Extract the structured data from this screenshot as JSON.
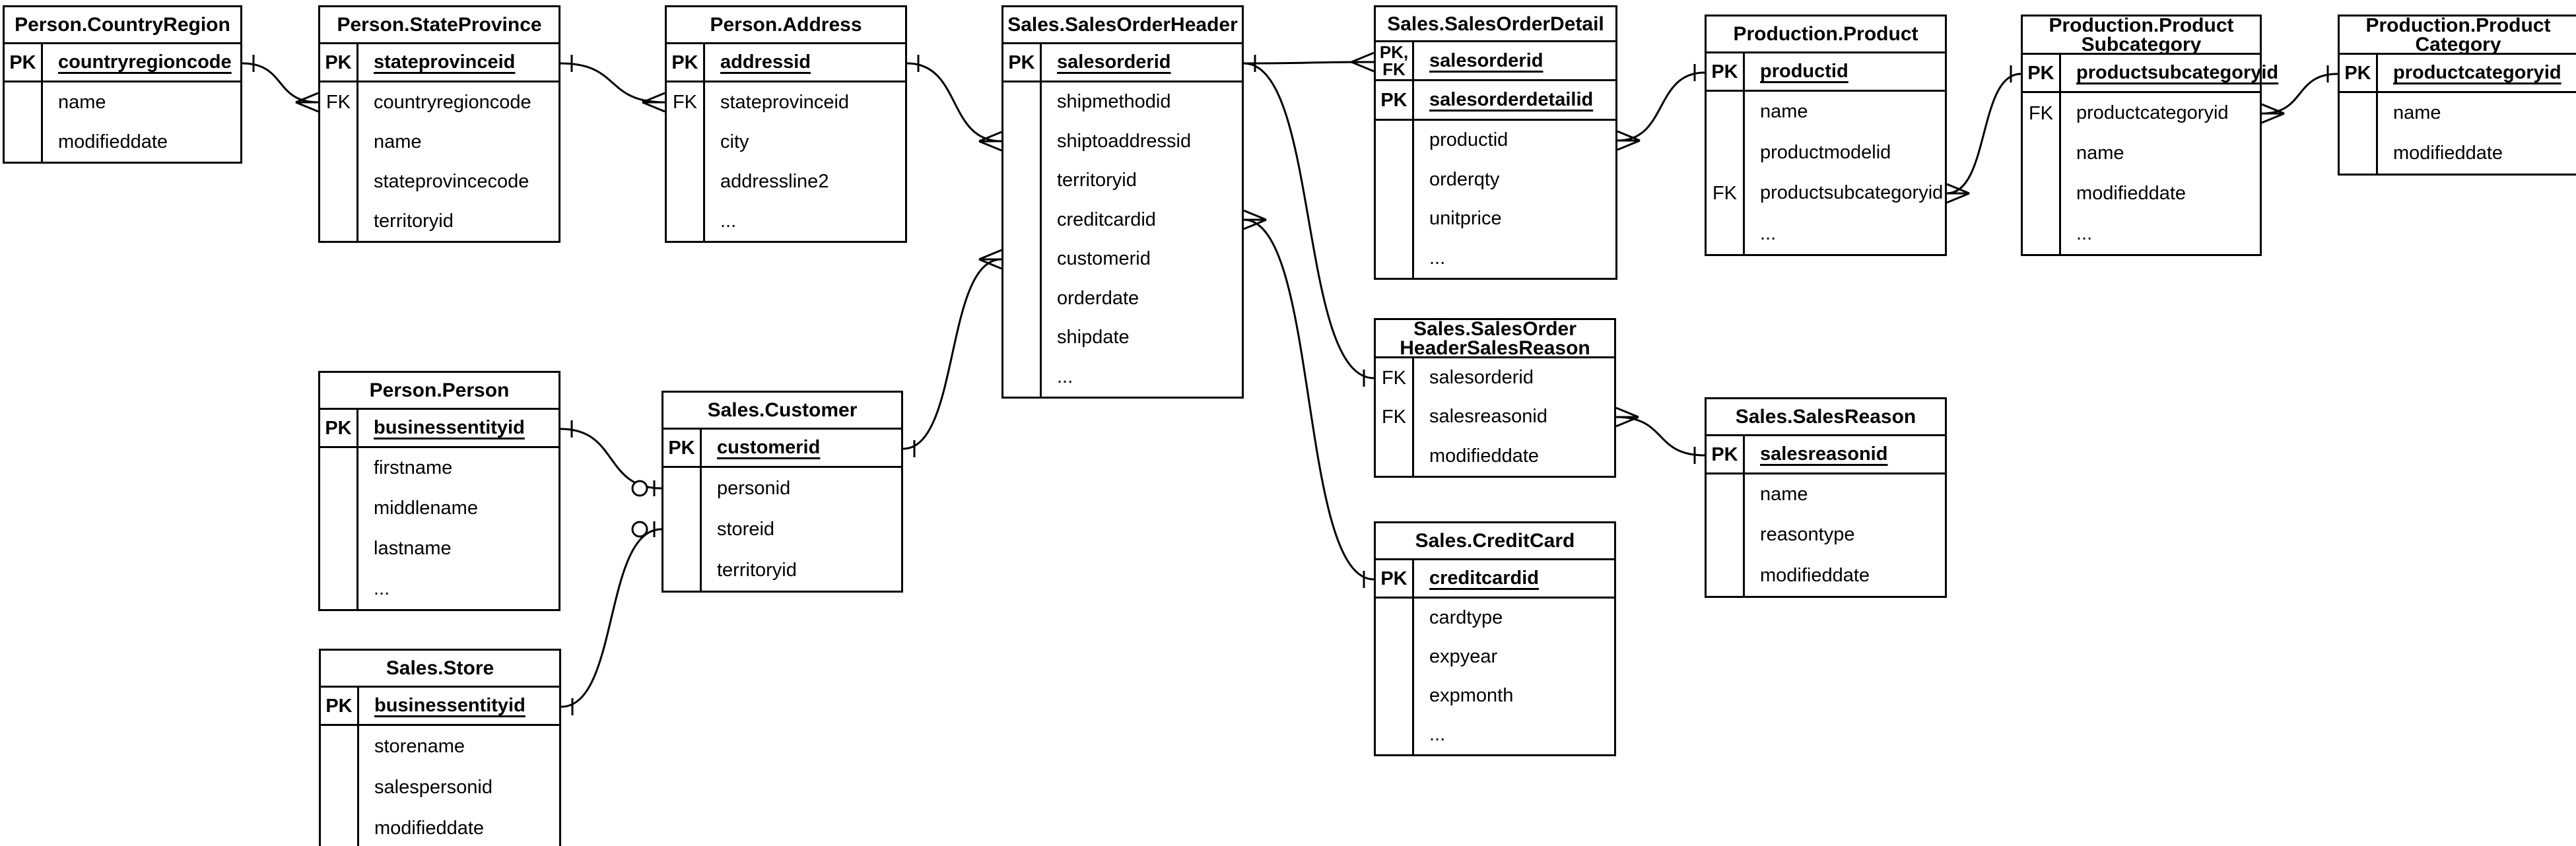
{
  "diagram": {
    "notation": "crow's foot",
    "line_color": "#000000",
    "background_color": "#ffffff",
    "tables": [
      {
        "id": "countryregion",
        "title_lines": [
          "Person.CountryRegion"
        ],
        "rows": [
          {
            "labels": [
              "PK"
            ],
            "name": "countryregioncode",
            "pk": true,
            "boxed": true
          },
          {
            "labels": [],
            "name": "name",
            "pk": false,
            "boxed": false
          },
          {
            "labels": [],
            "name": "modifieddate",
            "pk": false,
            "boxed": false
          }
        ]
      },
      {
        "id": "stateprovince",
        "title_lines": [
          "Person.StateProvince"
        ],
        "rows": [
          {
            "labels": [
              "PK"
            ],
            "name": "stateprovinceid",
            "pk": true,
            "boxed": true
          },
          {
            "labels": [
              "FK"
            ],
            "name": "countryregioncode",
            "pk": false,
            "boxed": false
          },
          {
            "labels": [],
            "name": "name",
            "pk": false,
            "boxed": false
          },
          {
            "labels": [],
            "name": "stateprovincecode",
            "pk": false,
            "boxed": false
          },
          {
            "labels": [],
            "name": "territoryid",
            "pk": false,
            "boxed": false
          }
        ]
      },
      {
        "id": "address",
        "title_lines": [
          "Person.Address"
        ],
        "rows": [
          {
            "labels": [
              "PK"
            ],
            "name": "addressid",
            "pk": true,
            "boxed": true
          },
          {
            "labels": [
              "FK"
            ],
            "name": "stateprovinceid",
            "pk": false,
            "boxed": false
          },
          {
            "labels": [],
            "name": "city",
            "pk": false,
            "boxed": false
          },
          {
            "labels": [],
            "name": "addressline2",
            "pk": false,
            "boxed": false
          },
          {
            "labels": [],
            "name": "...",
            "pk": false,
            "boxed": false
          }
        ]
      },
      {
        "id": "salesorderheader",
        "title_lines": [
          "Sales.SalesOrderHeader"
        ],
        "rows": [
          {
            "labels": [
              "PK"
            ],
            "name": "salesorderid",
            "pk": true,
            "boxed": true
          },
          {
            "labels": [],
            "name": "shipmethodid",
            "pk": false,
            "boxed": false
          },
          {
            "labels": [],
            "name": "shiptoaddressid",
            "pk": false,
            "boxed": false
          },
          {
            "labels": [],
            "name": "territoryid",
            "pk": false,
            "boxed": false
          },
          {
            "labels": [],
            "name": "creditcardid",
            "pk": false,
            "boxed": false
          },
          {
            "labels": [],
            "name": "customerid",
            "pk": false,
            "boxed": false
          },
          {
            "labels": [],
            "name": "orderdate",
            "pk": false,
            "boxed": false
          },
          {
            "labels": [],
            "name": "shipdate",
            "pk": false,
            "boxed": false
          },
          {
            "labels": [],
            "name": "...",
            "pk": false,
            "boxed": false
          }
        ]
      },
      {
        "id": "salesorderdetail",
        "title_lines": [
          "Sales.SalesOrderDetail"
        ],
        "rows": [
          {
            "labels": [
              "PK,",
              "FK"
            ],
            "name": "salesorderid",
            "pk": true,
            "boxed": true
          },
          {
            "labels": [
              "PK"
            ],
            "name": "salesorderdetailid",
            "pk": true,
            "boxed": true
          },
          {
            "labels": [],
            "name": "productid",
            "pk": false,
            "boxed": false
          },
          {
            "labels": [],
            "name": "orderqty",
            "pk": false,
            "boxed": false
          },
          {
            "labels": [],
            "name": "unitprice",
            "pk": false,
            "boxed": false
          },
          {
            "labels": [],
            "name": "...",
            "pk": false,
            "boxed": false
          }
        ]
      },
      {
        "id": "product",
        "title_lines": [
          "Production.Product"
        ],
        "rows": [
          {
            "labels": [
              "PK"
            ],
            "name": "productid",
            "pk": true,
            "boxed": true
          },
          {
            "labels": [],
            "name": "name",
            "pk": false,
            "boxed": false
          },
          {
            "labels": [],
            "name": "productmodelid",
            "pk": false,
            "boxed": false
          },
          {
            "labels": [
              "FK"
            ],
            "name": "productsubcategoryid",
            "pk": false,
            "boxed": false
          },
          {
            "labels": [],
            "name": "...",
            "pk": false,
            "boxed": false
          }
        ]
      },
      {
        "id": "subcategory",
        "title_lines": [
          "Production.Product",
          "Subcategory"
        ],
        "rows": [
          {
            "labels": [
              "PK"
            ],
            "name": "productsubcategoryid",
            "pk": true,
            "boxed": true
          },
          {
            "labels": [
              "FK"
            ],
            "name": "productcategoryid",
            "pk": false,
            "boxed": false
          },
          {
            "labels": [],
            "name": "name",
            "pk": false,
            "boxed": false
          },
          {
            "labels": [],
            "name": "modifieddate",
            "pk": false,
            "boxed": false
          },
          {
            "labels": [],
            "name": "...",
            "pk": false,
            "boxed": false
          }
        ]
      },
      {
        "id": "category",
        "title_lines": [
          "Production.Product",
          "Category"
        ],
        "rows": [
          {
            "labels": [
              "PK"
            ],
            "name": "productcategoryid",
            "pk": true,
            "boxed": true
          },
          {
            "labels": [],
            "name": "name",
            "pk": false,
            "boxed": false
          },
          {
            "labels": [],
            "name": "modifieddate",
            "pk": false,
            "boxed": false
          }
        ]
      },
      {
        "id": "person",
        "title_lines": [
          "Person.Person"
        ],
        "rows": [
          {
            "labels": [
              "PK"
            ],
            "name": "businessentityid",
            "pk": true,
            "boxed": true
          },
          {
            "labels": [],
            "name": "firstname",
            "pk": false,
            "boxed": false
          },
          {
            "labels": [],
            "name": "middlename",
            "pk": false,
            "boxed": false
          },
          {
            "labels": [],
            "name": "lastname",
            "pk": false,
            "boxed": false
          },
          {
            "labels": [],
            "name": "...",
            "pk": false,
            "boxed": false
          }
        ]
      },
      {
        "id": "customer",
        "title_lines": [
          "Sales.Customer"
        ],
        "rows": [
          {
            "labels": [
              "PK"
            ],
            "name": "customerid",
            "pk": true,
            "boxed": true
          },
          {
            "labels": [],
            "name": "personid",
            "pk": false,
            "boxed": false
          },
          {
            "labels": [],
            "name": "storeid",
            "pk": false,
            "boxed": false
          },
          {
            "labels": [],
            "name": "territoryid",
            "pk": false,
            "boxed": false
          }
        ]
      },
      {
        "id": "store",
        "title_lines": [
          "Sales.Store"
        ],
        "rows": [
          {
            "labels": [
              "PK"
            ],
            "name": "businessentityid",
            "pk": true,
            "boxed": true
          },
          {
            "labels": [],
            "name": "storename",
            "pk": false,
            "boxed": false
          },
          {
            "labels": [],
            "name": "salespersonid",
            "pk": false,
            "boxed": false
          },
          {
            "labels": [],
            "name": "modifieddate",
            "pk": false,
            "boxed": false
          }
        ]
      },
      {
        "id": "headersalesreason",
        "title_lines": [
          "Sales.SalesOrder",
          "HeaderSalesReason"
        ],
        "rows": [
          {
            "labels": [
              "FK"
            ],
            "name": "salesorderid",
            "pk": false,
            "boxed": false
          },
          {
            "labels": [
              "FK"
            ],
            "name": "salesreasonid",
            "pk": false,
            "boxed": false
          },
          {
            "labels": [],
            "name": "modifieddate",
            "pk": false,
            "boxed": false
          }
        ]
      },
      {
        "id": "salesreason",
        "title_lines": [
          "Sales.SalesReason"
        ],
        "rows": [
          {
            "labels": [
              "PK"
            ],
            "name": "salesreasonid",
            "pk": true,
            "boxed": true
          },
          {
            "labels": [],
            "name": "name",
            "pk": false,
            "boxed": false
          },
          {
            "labels": [],
            "name": "reasontype",
            "pk": false,
            "boxed": false
          },
          {
            "labels": [],
            "name": "modifieddate",
            "pk": false,
            "boxed": false
          }
        ]
      },
      {
        "id": "creditcard",
        "title_lines": [
          "Sales.CreditCard"
        ],
        "rows": [
          {
            "labels": [
              "PK"
            ],
            "name": "creditcardid",
            "pk": true,
            "boxed": true
          },
          {
            "labels": [],
            "name": "cardtype",
            "pk": false,
            "boxed": false
          },
          {
            "labels": [],
            "name": "expyear",
            "pk": false,
            "boxed": false
          },
          {
            "labels": [],
            "name": "expmonth",
            "pk": false,
            "boxed": false
          },
          {
            "labels": [],
            "name": "...",
            "pk": false,
            "boxed": false
          }
        ]
      }
    ],
    "relationships": [
      {
        "from": {
          "table": "countryregion",
          "row": "countryregioncode"
        },
        "to": {
          "table": "stateprovince",
          "row": "countryregioncode"
        },
        "from_card": "one",
        "to_card": "many"
      },
      {
        "from": {
          "table": "stateprovince",
          "row": "stateprovinceid"
        },
        "to": {
          "table": "address",
          "row": "stateprovinceid"
        },
        "from_card": "one",
        "to_card": "many"
      },
      {
        "from": {
          "table": "address",
          "row": "addressid"
        },
        "to": {
          "table": "salesorderheader",
          "row": "shiptoaddressid"
        },
        "from_card": "one",
        "to_card": "many"
      },
      {
        "from": {
          "table": "customer",
          "row": "customerid"
        },
        "to": {
          "table": "salesorderheader",
          "row": "customerid"
        },
        "from_card": "one",
        "to_card": "many"
      },
      {
        "from": {
          "table": "salesorderheader",
          "row": "salesorderid"
        },
        "to": {
          "table": "salesorderdetail",
          "row": "salesorderid"
        },
        "from_card": "one",
        "to_card": "many"
      },
      {
        "from": {
          "table": "salesorderheader",
          "row": "salesorderid"
        },
        "to": {
          "table": "headersalesreason",
          "row": "salesorderid"
        },
        "from_card": "one",
        "to_card": "one"
      },
      {
        "from": {
          "table": "salesorderheader",
          "row": "creditcardid"
        },
        "to": {
          "table": "creditcard",
          "row": "creditcardid"
        },
        "from_card": "many",
        "to_card": "one"
      },
      {
        "from": {
          "table": "salesorderdetail",
          "row": "productid"
        },
        "to": {
          "table": "product",
          "row": "productid"
        },
        "from_card": "many",
        "to_card": "one"
      },
      {
        "from": {
          "table": "product",
          "row": "productsubcategoryid"
        },
        "to": {
          "table": "subcategory",
          "row": "productsubcategoryid"
        },
        "from_card": "many",
        "to_card": "one"
      },
      {
        "from": {
          "table": "subcategory",
          "row": "productcategoryid"
        },
        "to": {
          "table": "category",
          "row": "productcategoryid"
        },
        "from_card": "many",
        "to_card": "one"
      },
      {
        "from": {
          "table": "person",
          "row": "businessentityid"
        },
        "to": {
          "table": "customer",
          "row": "personid"
        },
        "from_card": "one",
        "to_card": "zero-one"
      },
      {
        "from": {
          "table": "store",
          "row": "businessentityid"
        },
        "to": {
          "table": "customer",
          "row": "storeid"
        },
        "from_card": "one",
        "to_card": "zero-one"
      },
      {
        "from": {
          "table": "headersalesreason",
          "row": "salesreasonid"
        },
        "to": {
          "table": "salesreason",
          "row": "salesreasonid"
        },
        "from_card": "many",
        "to_card": "one"
      }
    ]
  }
}
